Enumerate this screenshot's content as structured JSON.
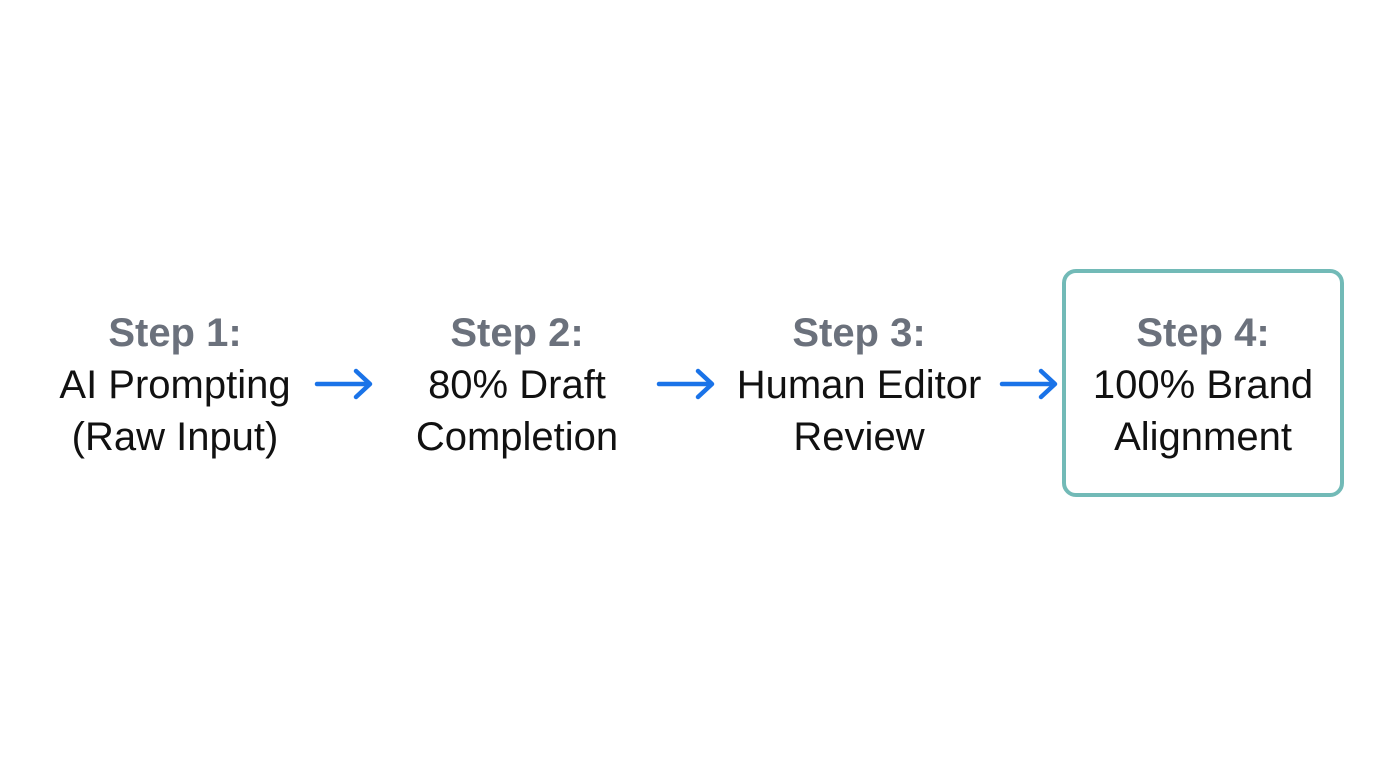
{
  "diagram": {
    "steps": [
      {
        "title": "Step 1:",
        "line1": "AI Prompting",
        "line2": "(Raw Input)"
      },
      {
        "title": "Step 2:",
        "line1": "80% Draft",
        "line2": "Completion"
      },
      {
        "title": "Step 3:",
        "line1": "Human Editor",
        "line2": "Review"
      },
      {
        "title": "Step 4:",
        "line1": "100% Brand",
        "line2": "Alignment"
      }
    ],
    "arrows": [
      "arrow-right-icon",
      "arrow-right-icon",
      "arrow-right-icon"
    ],
    "colors": {
      "arrow": "#1a73e8",
      "highlight_border": "#72bab7",
      "title_text": "#6b717c",
      "body_text": "#111111"
    },
    "highlighted_step": 4
  }
}
